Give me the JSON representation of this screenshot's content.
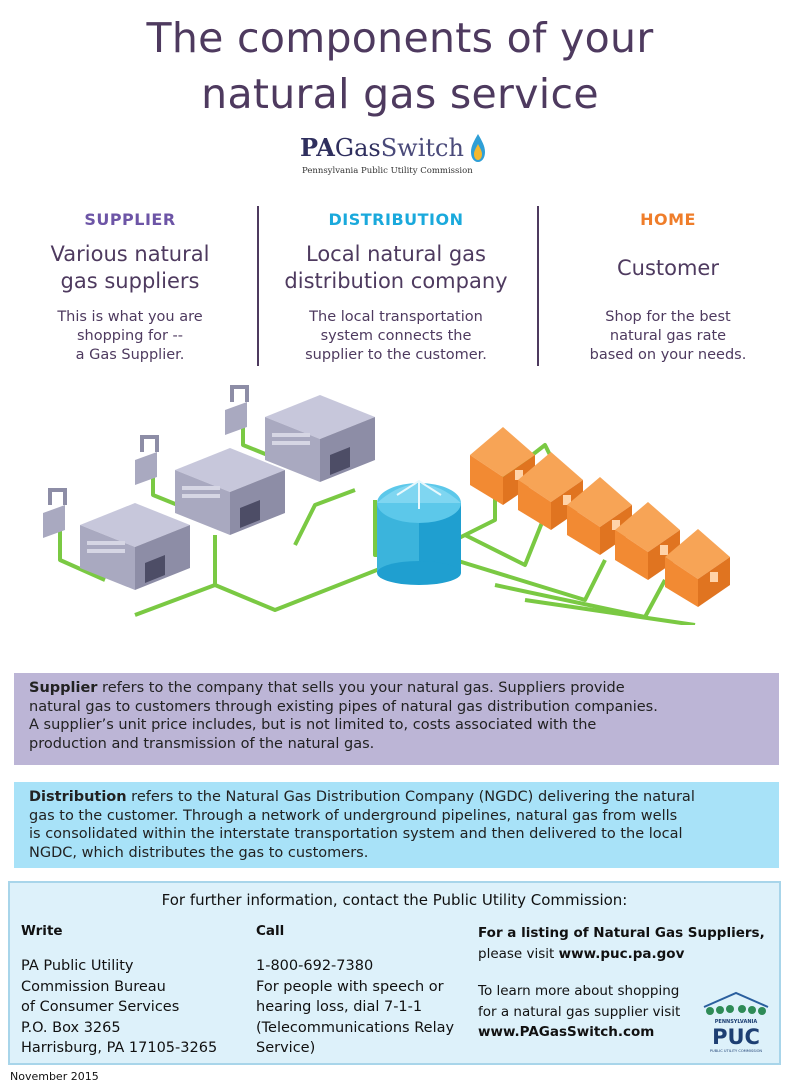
{
  "title": {
    "line1": "The components of your",
    "line2": "natural gas service"
  },
  "logo": {
    "pa": "PA",
    "gas": "Gas",
    "switch": "Switch",
    "subtitle": "Pennsylvania Public Utility Commission"
  },
  "columns": [
    {
      "head": "SUPPLIER",
      "sub1": "Various natural",
      "sub2": "gas suppliers",
      "desc": [
        "This is what you are",
        "shopping for --",
        "a Gas Supplier."
      ]
    },
    {
      "head": "DISTRIBUTION",
      "sub1": "Local natural gas",
      "sub2": "distribution company",
      "desc": [
        "The local transportation",
        "system connects the",
        "supplier to the customer."
      ]
    },
    {
      "head": "HOME",
      "sub1": "Customer",
      "sub2": "",
      "desc": [
        "Shop for the best",
        "natural gas rate",
        "based on your needs."
      ]
    }
  ],
  "supplier_box": {
    "term": "Supplier",
    "line1": " refers to the company that sells you your natural gas. Suppliers provide",
    "line2": "natural gas to customers through existing pipes of natural gas distribution companies.",
    "line3": "A supplier’s unit price includes, but is not limited to, costs associated with the",
    "line4": "production and transmission of the natural gas."
  },
  "distribution_box": {
    "term": "Distribution",
    "line1": " refers to the Natural Gas Distribution Company (NGDC) delivering the natural",
    "line2": "gas to the customer. Through a network of underground pipelines, natural gas from wells",
    "line3": "is consolidated within the interstate transportation system and then delivered to the local",
    "line4": "NGDC, which distributes the gas to customers."
  },
  "contact": {
    "heading": "For further information, contact the Public Utility Commission:",
    "write_label": "Write",
    "write_lines": [
      "PA Public Utility",
      "Commission Bureau",
      "of Consumer Services",
      "P.O. Box 3265",
      "Harrisburg, PA 17105-3265"
    ],
    "call_label": "Call",
    "call_lines": [
      "1-800-692-7380",
      "For people with speech or",
      "hearing loss, dial 7-1-1",
      "(Telecommunications Relay",
      "Service)"
    ],
    "listing_bold": "For a listing of Natural Gas Suppliers,",
    "listing_text": "please visit ",
    "listing_url": "www.puc.pa.gov",
    "learn1": "To learn more about shopping",
    "learn2": "for a natural gas supplier visit",
    "learn_url": "www.PAGasSwitch.com"
  },
  "puc_logo": {
    "top": "PENNSYLVANIA",
    "main": "PUC",
    "bottom": "PUBLIC UTILITY COMMISSION"
  },
  "date": "November 2015",
  "colors": {
    "purple": "#4e3a5f",
    "supplier": "#6d55a6",
    "distribution": "#1aa9dc",
    "home": "#ef7d2a",
    "pipe": "#7ac943",
    "tank": "#3bb4dc",
    "house": "#f28a33"
  }
}
